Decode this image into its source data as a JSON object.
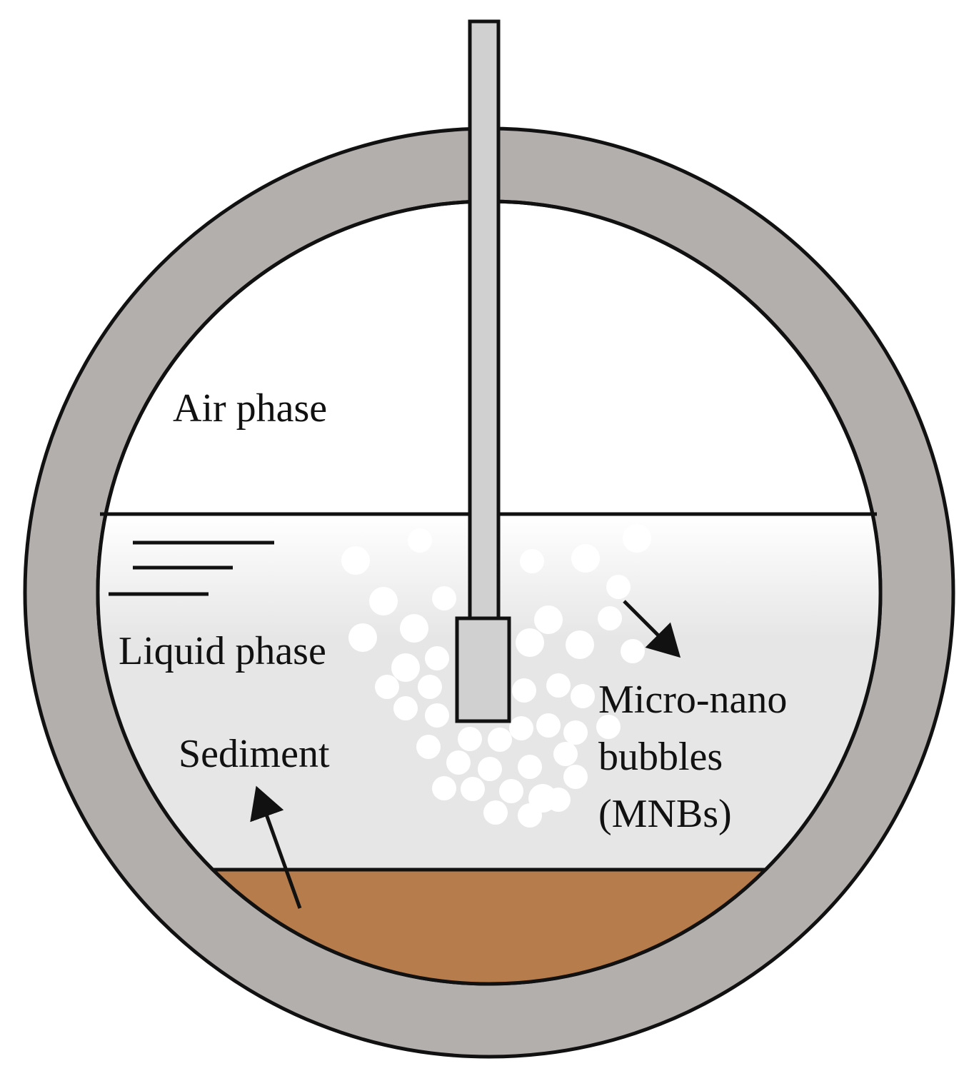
{
  "labels": {
    "air_phase": "Air phase",
    "liquid_phase": "Liquid phase",
    "sediment": "Sediment",
    "mnb_line1": "Micro-nano",
    "mnb_line2": "bubbles",
    "mnb_line3": "(MNBs)"
  },
  "colors": {
    "vessel_wall": "#b3afad",
    "liquid_top": "#ffffff",
    "liquid_bottom": "#e6e6e6",
    "sediment": "#b77c4c",
    "probe": "#d0d0d0",
    "outline": "#111111",
    "bubble": "#ffffff"
  }
}
